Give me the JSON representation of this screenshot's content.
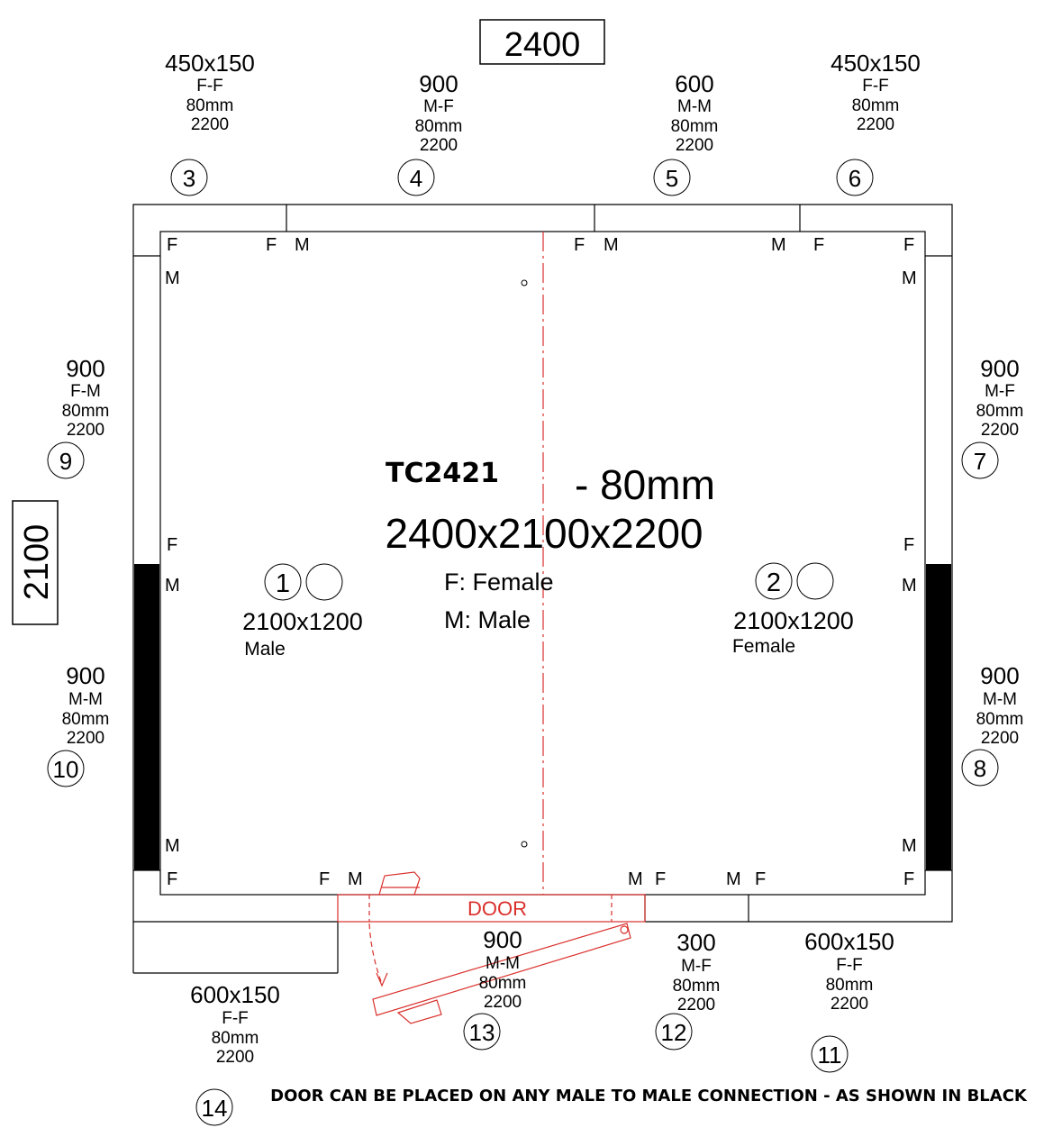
{
  "overall": {
    "width_label": "2400",
    "depth_label": "2100",
    "model": "TC2421",
    "thickness": "- 80mm",
    "dimensions": "2400x2100x2200"
  },
  "legend": {
    "female": "F: Female",
    "male": "M: Male"
  },
  "floor_panels": [
    {
      "number": "1",
      "size": "2100x1200",
      "type": "Male"
    },
    {
      "number": "2",
      "size": "2100x1200",
      "type": "Female"
    }
  ],
  "wall_panels": {
    "p3": {
      "number": "3",
      "size": "450x150",
      "conn": "F-F",
      "thick": "80mm",
      "height": "2200"
    },
    "p4": {
      "number": "4",
      "size": "900",
      "conn": "M-F",
      "thick": "80mm",
      "height": "2200"
    },
    "p5": {
      "number": "5",
      "size": "600",
      "conn": "M-M",
      "thick": "80mm",
      "height": "2200"
    },
    "p6": {
      "number": "6",
      "size": "450x150",
      "conn": "F-F",
      "thick": "80mm",
      "height": "2200"
    },
    "p7": {
      "number": "7",
      "size": "900",
      "conn": "M-F",
      "thick": "80mm",
      "height": "2200"
    },
    "p8": {
      "number": "8",
      "size": "900",
      "conn": "M-M",
      "thick": "80mm",
      "height": "2200"
    },
    "p9": {
      "number": "9",
      "size": "900",
      "conn": "F-M",
      "thick": "80mm",
      "height": "2200"
    },
    "p10": {
      "number": "10",
      "size": "900",
      "conn": "M-M",
      "thick": "80mm",
      "height": "2200"
    },
    "p11": {
      "number": "11",
      "size": "600x150",
      "conn": "F-F",
      "thick": "80mm",
      "height": "2200"
    },
    "p12": {
      "number": "12",
      "size": "300",
      "conn": "M-F",
      "thick": "80mm",
      "height": "2200"
    },
    "p13": {
      "number": "13",
      "size": "900",
      "conn": "M-M",
      "thick": "80mm",
      "height": "2200"
    },
    "p14": {
      "number": "14",
      "size": "600x150",
      "conn": "F-F",
      "thick": "80mm",
      "height": "2200"
    }
  },
  "connectors": {
    "f": "F",
    "m": "M"
  },
  "door_label": "DOOR",
  "note": "DOOR CAN BE PLACED ON ANY MALE TO MALE CONNECTION - AS SHOWN IN BLACK",
  "colors": {
    "line": "#000000",
    "door": "#d9302c",
    "black_panel": "#000000"
  }
}
